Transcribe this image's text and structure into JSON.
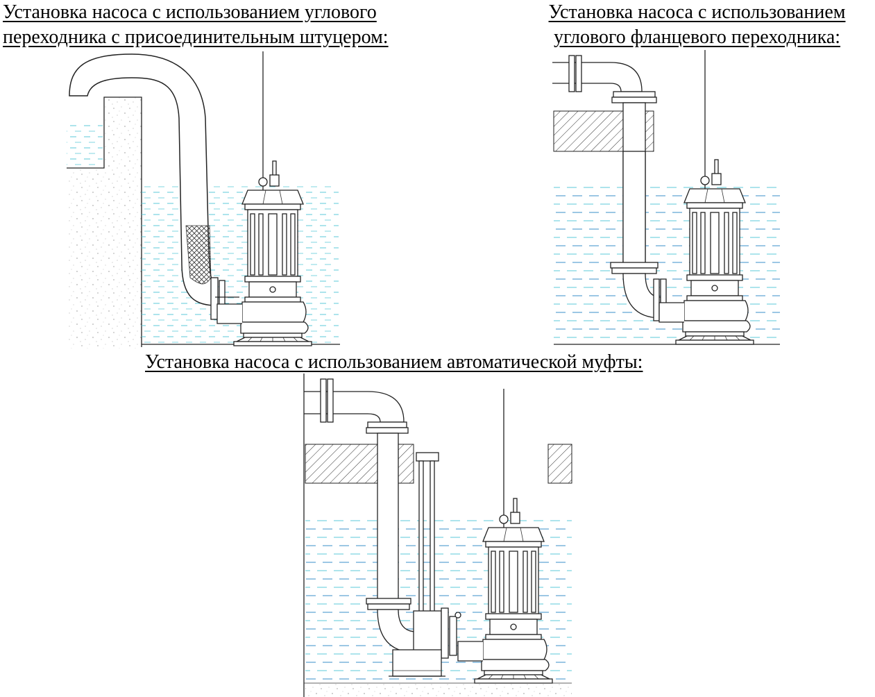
{
  "captions": {
    "fitting_line1": "Установка насоса с использованием углового",
    "fitting_line2": "переходника с присоединительным штуцером:",
    "flange_line1": "Установка насоса с использованием",
    "flange_line2": "углового фланцевого переходника:",
    "coupling": "Установка насоса с использованием автоматической муфты:"
  },
  "colors": {
    "water_dash": "#5bc8d8",
    "water_dash_alt": "#3a7fc0",
    "line": "#222222",
    "hatch": "#333333",
    "concrete_dot": "#bbbbbb"
  },
  "icons": [
    "submersible-pump-icon",
    "discharge-pipe-icon",
    "concrete-wall-icon",
    "water-level-icon"
  ]
}
